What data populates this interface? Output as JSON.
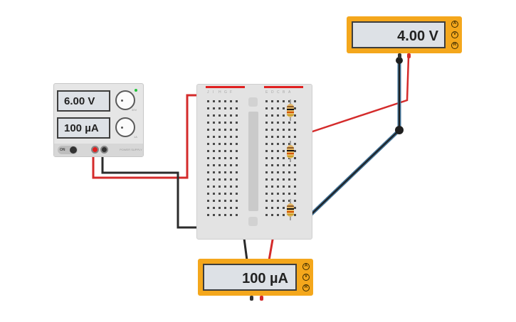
{
  "power_supply": {
    "voltage_display": "6.00 V",
    "current_display": "100 µA",
    "on_label": "ON",
    "knob_small_labels": [
      "+",
      "+",
      "30V",
      "1A"
    ],
    "brand_label": "POWER SUPPLY"
  },
  "meter_top": {
    "display": "4.00 V",
    "mode_buttons": [
      "A",
      "V",
      "R"
    ]
  },
  "meter_bottom": {
    "display": "100 µA",
    "mode_buttons": [
      "A",
      "V",
      "R"
    ]
  },
  "breadboard": {
    "column_letters": [
      "J",
      "I",
      "H",
      "G",
      "F",
      "E",
      "D",
      "C",
      "B",
      "A"
    ]
  },
  "colors": {
    "wire_red": "#d42b2b",
    "wire_black": "#2b2b2b",
    "probe_blue": "#3f6f94",
    "meter_body": "#f4a71c",
    "display_bg": "#dde1e6"
  }
}
